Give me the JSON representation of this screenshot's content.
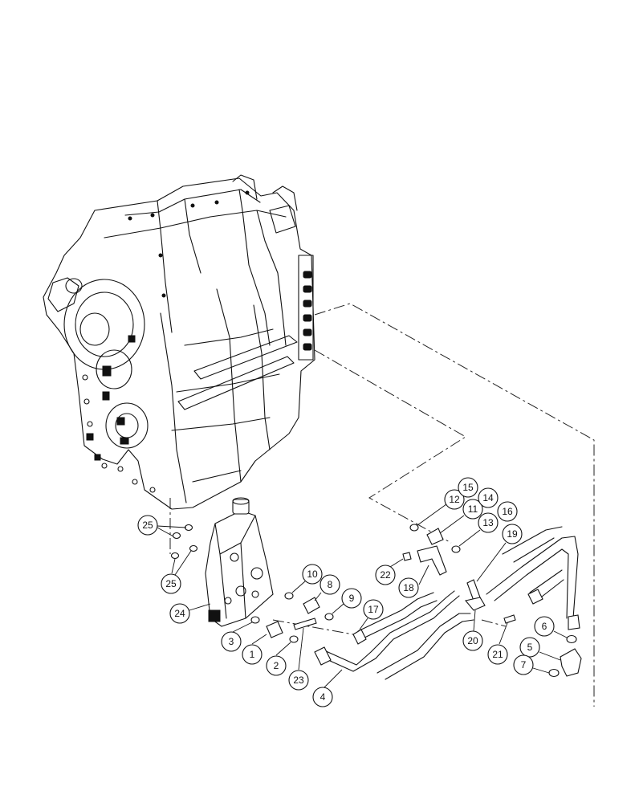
{
  "callouts": [
    {
      "id": "1",
      "label": "1"
    },
    {
      "id": "2",
      "label": "2"
    },
    {
      "id": "3",
      "label": "3"
    },
    {
      "id": "4",
      "label": "4"
    },
    {
      "id": "5",
      "label": "5"
    },
    {
      "id": "6",
      "label": "6"
    },
    {
      "id": "7",
      "label": "7"
    },
    {
      "id": "8",
      "label": "8"
    },
    {
      "id": "9",
      "label": "9"
    },
    {
      "id": "10",
      "label": "10"
    },
    {
      "id": "11",
      "label": "11"
    },
    {
      "id": "12",
      "label": "12"
    },
    {
      "id": "13",
      "label": "13"
    },
    {
      "id": "14",
      "label": "14"
    },
    {
      "id": "15",
      "label": "15"
    },
    {
      "id": "16",
      "label": "16"
    },
    {
      "id": "17",
      "label": "17"
    },
    {
      "id": "18",
      "label": "18"
    },
    {
      "id": "19",
      "label": "19"
    },
    {
      "id": "20",
      "label": "20"
    },
    {
      "id": "21",
      "label": "21"
    },
    {
      "id": "22",
      "label": "22"
    },
    {
      "id": "23",
      "label": "23"
    },
    {
      "id": "24",
      "label": "24"
    },
    {
      "id": "25a",
      "label": "25"
    },
    {
      "id": "25b",
      "label": "25"
    }
  ]
}
